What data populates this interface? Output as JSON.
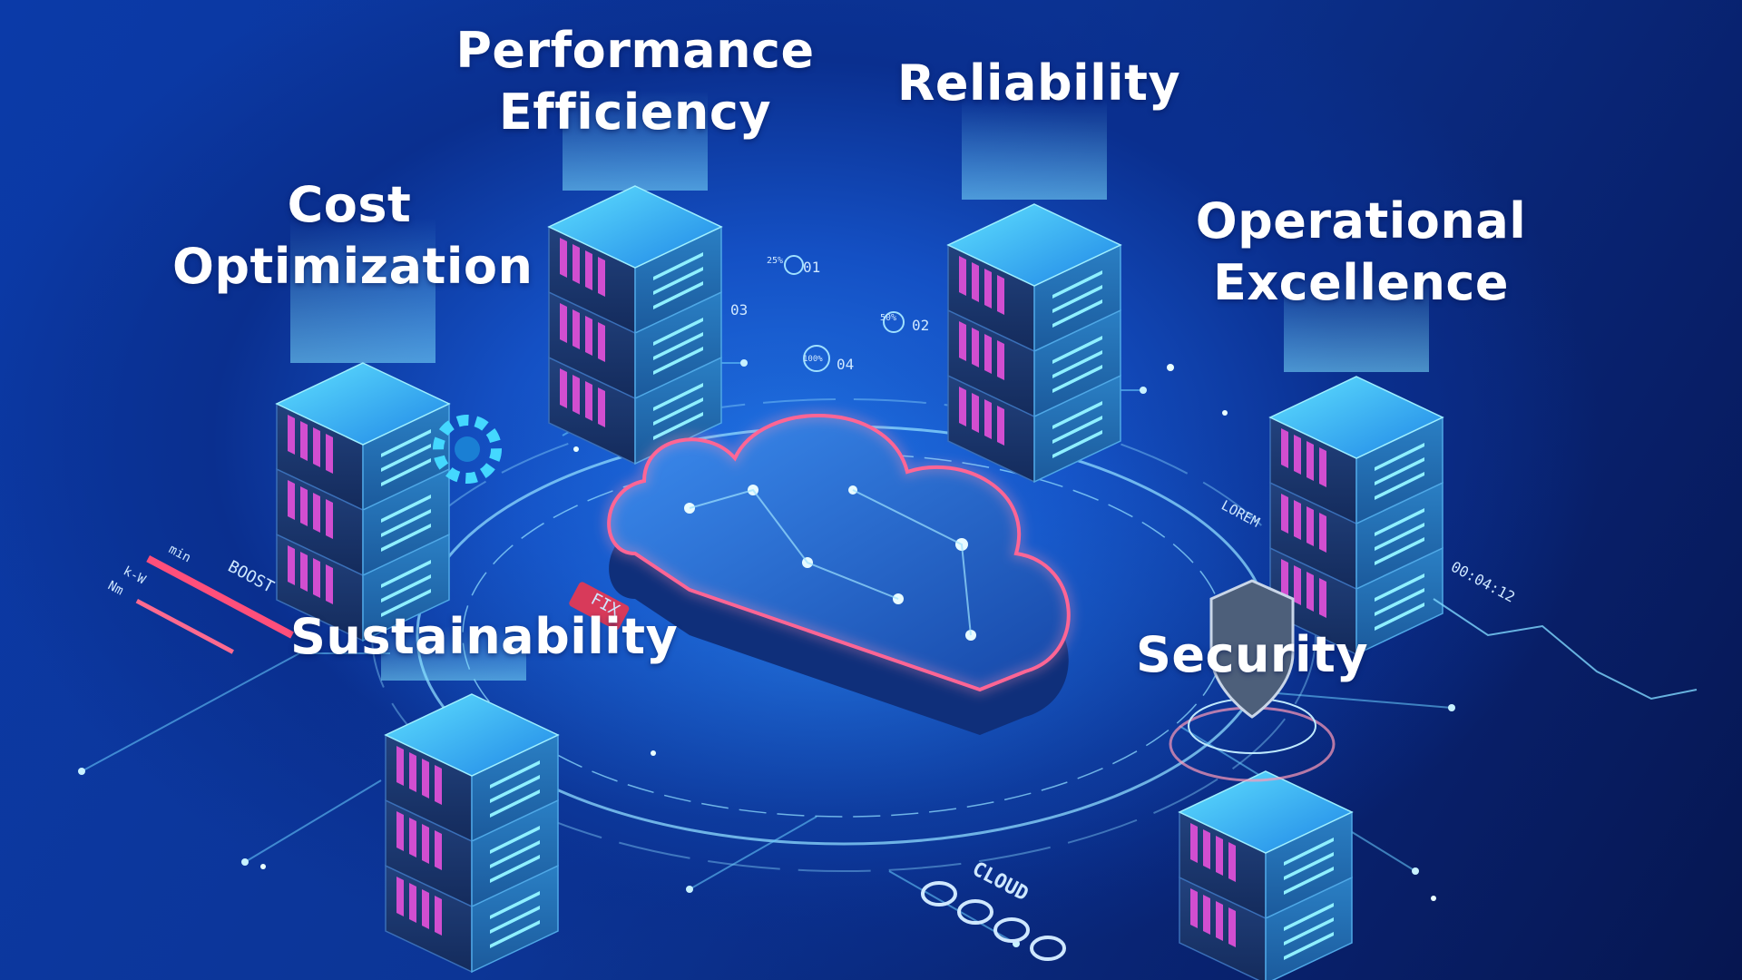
{
  "pillars": {
    "cost_optimization": {
      "line1": "Cost",
      "line2": "Optimization"
    },
    "performance_efficiency": {
      "line1": "Performance",
      "line2": "Efficiency"
    },
    "reliability": {
      "line1": "Reliability"
    },
    "operational_excellence": {
      "line1": "Operational",
      "line2": "Excellence"
    },
    "sustainability": {
      "line1": "Sustainability"
    },
    "security": {
      "line1": "Security"
    }
  },
  "hud": {
    "fix_tag": "FIX",
    "boost_label": "BOOST",
    "min_label": "min",
    "kw_label": "k-W",
    "nm_label": "Nm",
    "lorem_label": "LOREM",
    "timer": "00:04:12",
    "cloud_tag": "CLOUD",
    "step_01": "01",
    "step_02": "02",
    "step_03": "03",
    "step_04": "04",
    "pct_25": "25%",
    "pct_50": "50%",
    "pct_100": "100%"
  },
  "colors": {
    "background": "#0c3596",
    "server_top": "#39c8ff",
    "server_body": "#1a4a8f",
    "server_led": "#e04cd8",
    "cloud_outline": "#ff5a8c",
    "glow": "#5fd8ff",
    "text": "#ffffff"
  }
}
